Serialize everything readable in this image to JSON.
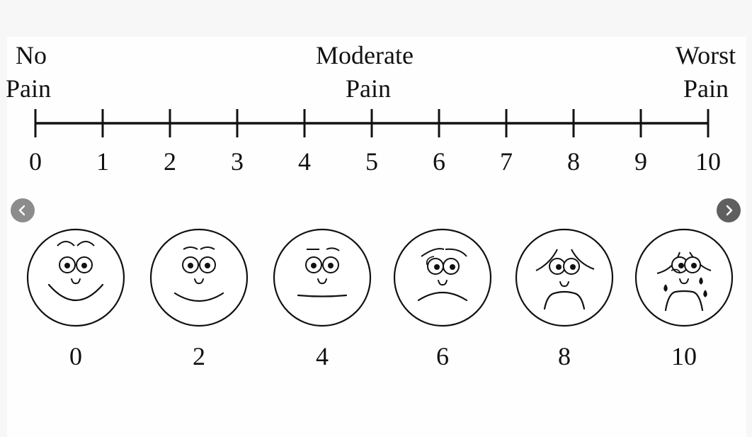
{
  "scale": {
    "left_label": [
      "No",
      "Pain"
    ],
    "middle_label": [
      "Moderate",
      "Pain"
    ],
    "right_label": [
      "Worst",
      "Pain"
    ],
    "ticks": [
      "0",
      "1",
      "2",
      "3",
      "4",
      "5",
      "6",
      "7",
      "8",
      "9",
      "10"
    ]
  },
  "faces": [
    {
      "label": "0",
      "expression": "big-smile"
    },
    {
      "label": "2",
      "expression": "smile"
    },
    {
      "label": "4",
      "expression": "neutral"
    },
    {
      "label": "6",
      "expression": "frown"
    },
    {
      "label": "8",
      "expression": "distressed"
    },
    {
      "label": "10",
      "expression": "crying"
    }
  ],
  "carousel": {
    "prev_icon": "chevron-left-icon",
    "next_icon": "chevron-right-icon"
  },
  "colors": {
    "ink": "#111111",
    "background": "#f7f7f7",
    "panel": "#fefefe",
    "nav_prev": "#8c8c8c",
    "nav_next": "#5f5f5f"
  }
}
